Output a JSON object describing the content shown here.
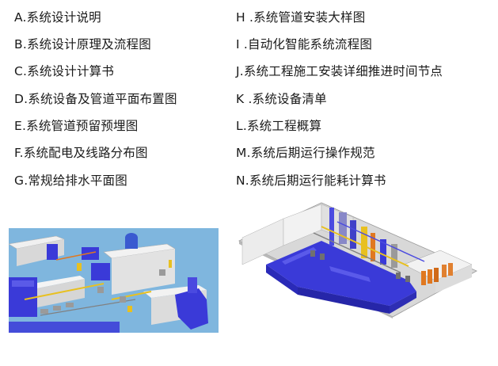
{
  "list_left": [
    "A.系统设计说明",
    "B.系统设计原理及流程图",
    "C.系统设计计算书",
    "D.系统设备及管道平面布置图",
    "E.系统管道预留预埋图",
    "F.系统配电及线路分布图",
    "G.常规给排水平面图"
  ],
  "list_right": [
    "H .系统管道安装大样图",
    "I .自动化智能系统流程图",
    "J.系统工程施工安装详细推进时间节点",
    "K .系统设备清单",
    "L.系统工程概算",
    "M.系统后期运行操作规范",
    "N.系统后期运行能耗计算书"
  ],
  "colors": {
    "floor_blue": "#7fb6de",
    "equipment_blue": "#3a3ad8",
    "wall_gray": "#e6e6e6",
    "pipe_yellow": "#e8c020",
    "pipe_orange": "#e07820"
  }
}
